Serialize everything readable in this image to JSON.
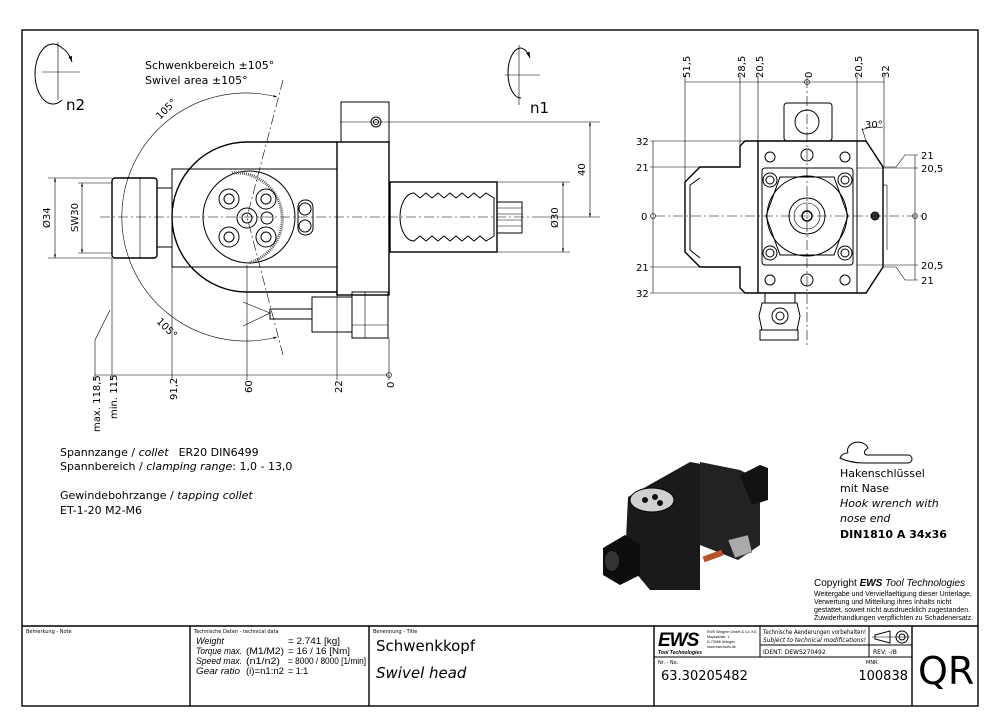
{
  "drawing": {
    "swivel_label_de": "Schwenkbereich ±105°",
    "swivel_label_en": "Swivel area ±105°",
    "angle_top": "105°",
    "angle_bottom": "105°",
    "rotation_n2": "n2",
    "rotation_n1": "n1",
    "side_view_dims": {
      "d34": "Ø34",
      "sw30": "SW30",
      "d30": "Ø30",
      "h40": "40",
      "base": [
        "max. 118,5",
        "min. 115",
        "91,2",
        "60",
        "22",
        "0"
      ]
    },
    "front_view_dims": {
      "top": [
        "51,5",
        "28,5",
        "20,5",
        "0",
        "20,5",
        "32"
      ],
      "left": [
        "32",
        "21",
        "0",
        "21",
        "32"
      ],
      "right": [
        "21",
        "20,5",
        "0",
        "20,5",
        "21"
      ],
      "angle": "30°"
    }
  },
  "notes": {
    "collet_de": "Spannzange / ",
    "collet_en": "collet",
    "collet_spec": "ER20   DIN6499",
    "range_de": "Spannbereich / ",
    "range_en": "clamping range",
    "range_value": ": 1,0 - 13,0",
    "tapping_de": "Gewindebohrzange / ",
    "tapping_en": "tapping collet",
    "tapping_spec": "ET-1-20   M2-M6"
  },
  "wrench": {
    "line1": "Hakenschlüssel",
    "line2": "mit Nase",
    "line3": "Hook wrench with",
    "line4": "nose end",
    "line5": "DIN1810 A 34x36"
  },
  "copyright": {
    "title_prefix": "Copyright ",
    "title_brand": "EWS",
    "title_suffix": " Tool Technologies",
    "lines": [
      "Weitergabe und Vervielfaeltigung dieser Unterlage,",
      "Verwertung und Mitteilung ihres Inhalts nicht",
      "gestattet, soweit nicht ausdruecklich zugestanden.",
      "Zuwiderhandlungen verpflichten zu Schadenersatz."
    ]
  },
  "title_block": {
    "note_label": "Bemerkung - Note",
    "tech_label": "Technische Daten - technical data",
    "tech_rows": [
      {
        "name": "Weight",
        "key": "",
        "value": "=  2.741 [kg]"
      },
      {
        "name": "Torque max.",
        "key": "(M1/M2)",
        "value": "=  16 / 16 [Nm]"
      },
      {
        "name": "Speed max.",
        "key": "(n1/n2)",
        "value": "=  8000 / 8000 [1/min]"
      },
      {
        "name": "Gear ratio",
        "key": "(i)=n1:n2",
        "value": "=  1:1"
      }
    ],
    "title_label": "Benennung - Title",
    "title_de": "Schwenkkopf",
    "title_en": "Swivel head",
    "logo_text": "EWS",
    "logo_sub": "Tool Technologies",
    "company_lines": [
      "EWS Weigele GmbH & Co. KG",
      "Maybachstr. 1",
      "D-73066 Uhingen",
      "www.ews-tools.de"
    ],
    "change_de": "Technische Aenderungen vorbehalten!",
    "change_en": "Subject to technical modifications!",
    "ident": "IDENT:  DEWS270492",
    "rev": "REV:  -/B",
    "nr_label": "Nr. - No.",
    "nr_value": "63.30205482",
    "mnr_label": "MNR.",
    "mnr_value": "100838",
    "qr": "QR"
  }
}
